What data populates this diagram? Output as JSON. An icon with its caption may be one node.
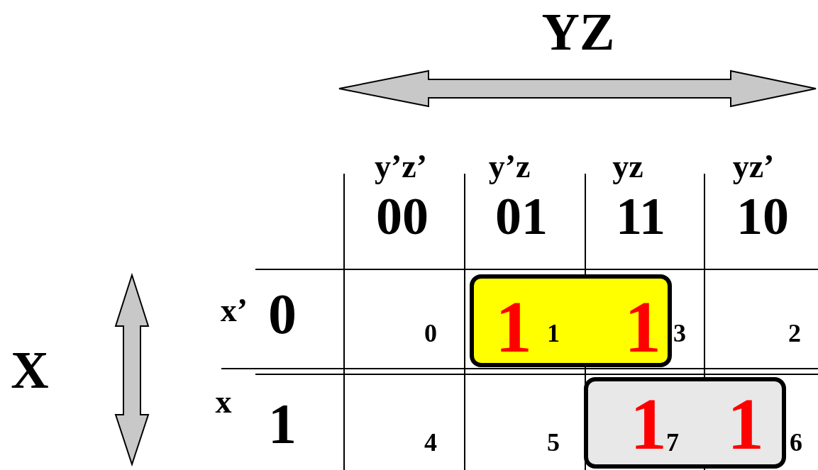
{
  "diagram": {
    "nodes": [
      {
        "text": [
          "1",
          "1"
        ]
      },
      {
        "text": [
          "1",
          "1"
        ]
      }
    ],
    "edges": [],
    "labels": [
      "YZ",
      "y’z’",
      "y’z",
      "yz",
      "yz’",
      "00",
      "01",
      "11",
      "10",
      "x’",
      "0",
      "0",
      "1",
      "3",
      "2",
      "X",
      "x",
      "1",
      "4",
      "5",
      "7",
      "6"
    ]
  }
}
